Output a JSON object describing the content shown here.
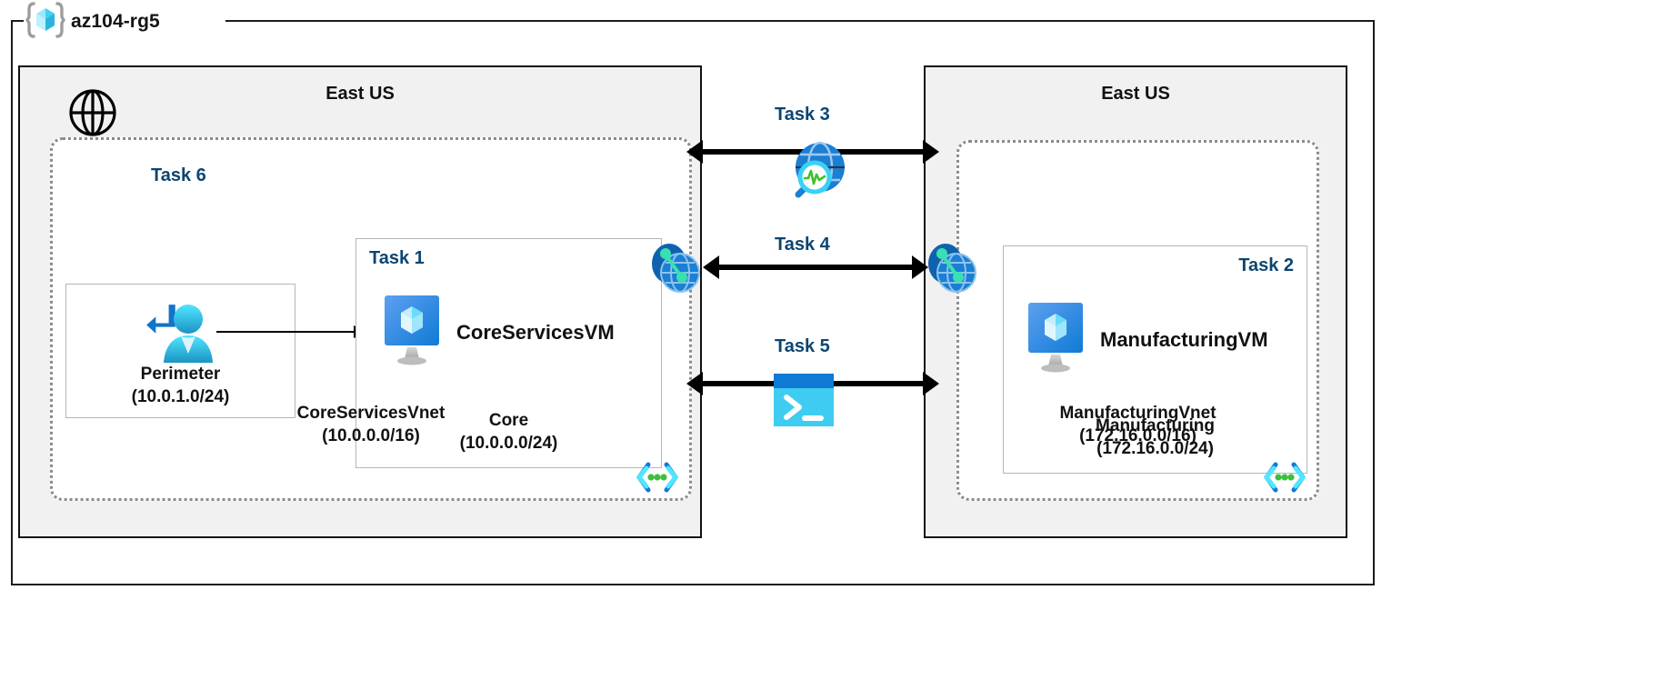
{
  "diagram": {
    "resource_group": {
      "name": "az104-rg5",
      "icon": "resource-group-icon"
    },
    "accent_task_color": "#0b4571",
    "region_fill_color": "#f1f1f1",
    "border_color": "#111111"
  },
  "regions": [
    {
      "id": "left",
      "title": "East US"
    },
    {
      "id": "right",
      "title": "East US"
    }
  ],
  "vnets": [
    {
      "id": "core",
      "name": "CoreServicesVnet",
      "address_space": "(10.0.0.0/16)",
      "icon": "virtual-network-icon"
    },
    {
      "id": "manufacturing",
      "name": "ManufacturingVnet",
      "address_space": "(172.16.0.0/16)",
      "icon": "virtual-network-icon"
    }
  ],
  "subnets": [
    {
      "id": "perimeter",
      "task": "Task 6",
      "task_align": "center",
      "name": "Perimeter",
      "address_space": "(10.0.1.0/24)",
      "icon": "user-login-icon"
    },
    {
      "id": "core",
      "task": "Task 1",
      "task_align": "left",
      "name": "Core",
      "address_space": "(10.0.0.0/24)",
      "vm": {
        "name": "CoreServicesVM",
        "icon": "virtual-machine-icon"
      }
    },
    {
      "id": "manufacturing",
      "task": "Task 2",
      "task_align": "right",
      "name": "Manufacturing",
      "address_space": "(172.16.0.0/24)",
      "vm": {
        "name": "ManufacturingVM",
        "icon": "virtual-machine-icon"
      }
    }
  ],
  "connections": [
    {
      "id": "task3",
      "task": "Task 3",
      "icon": "network-watcher-icon",
      "direction": "bidirectional"
    },
    {
      "id": "task4",
      "task": "Task 4",
      "icon": "vnet-peering-icon",
      "direction": "bidirectional"
    },
    {
      "id": "task5",
      "task": "Task 5",
      "icon": "cloud-shell-icon",
      "direction": "bidirectional"
    }
  ],
  "misc": {
    "internet_icon": "globe-internet-icon",
    "peering_endpoint_icon": "vnet-peering-icon"
  }
}
